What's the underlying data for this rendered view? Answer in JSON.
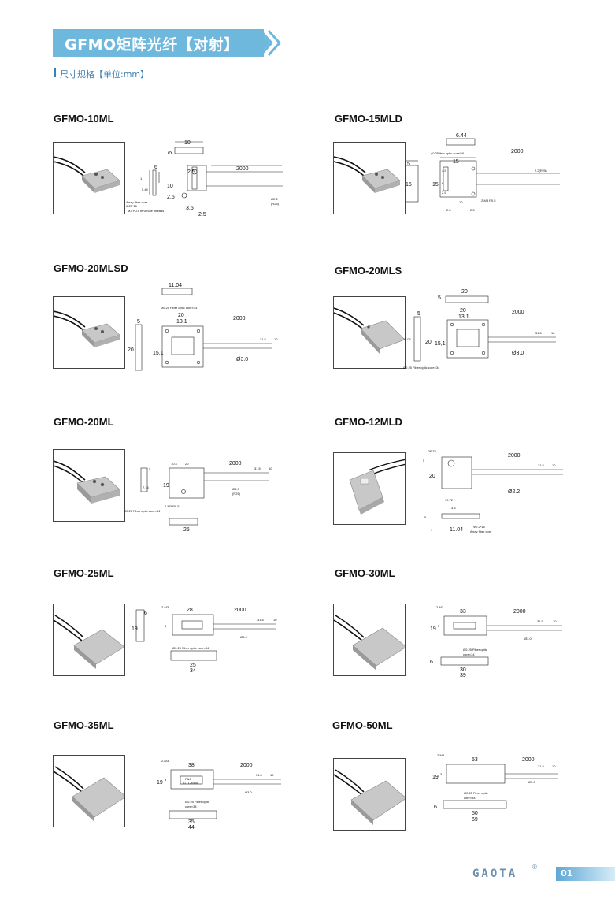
{
  "header": {
    "title": "GFMO矩阵光纤【对射】",
    "subtitle": "尺寸规格【单位:mm】"
  },
  "models": [
    {
      "name": "GFMO-10ML"
    },
    {
      "name": "GFMO-15MLD"
    },
    {
      "name": "GFMO-20MLSD"
    },
    {
      "name": "GFMO-20MLS"
    },
    {
      "name": "GFMO-20ML"
    },
    {
      "name": "GFMO-12MLD"
    },
    {
      "name": "GFMO-25ML"
    },
    {
      "name": "GFMO-30ML"
    },
    {
      "name": "GFMO-35ML"
    },
    {
      "name": "GFMO-50ML"
    }
  ],
  "dims": {
    "m10": {
      "a": "10",
      "b": "5",
      "c": "2000",
      "d": "2.5",
      "e": "10",
      "f": "3.5",
      "g": "2.5",
      "h": "Ø2.2",
      "i": "(R25)",
      "j": "5.44",
      "k": "1",
      "l": "Array fiber core",
      "m": "0.25*16",
      "n": "M3 P0.5 thru-hole threads",
      "o": "6",
      "p": "2.5"
    },
    "m15": {
      "a": "6.44",
      "b": "ϕ0.25fiber optic core*16",
      "c": "2000",
      "d": "15",
      "e": "15",
      "f": "4.5",
      "g": "6",
      "h": "2.5",
      "i": "10",
      "j": "2.5",
      "k": "2.5",
      "l": "2-M3 P0.5",
      "m": "2.2(R25)",
      "n": "5",
      "o": "15"
    },
    "m20sd": {
      "a": "11.04",
      "b": "Ø0.25 Fiber optic core×34",
      "c": "20",
      "d": "13,1",
      "e": "2000",
      "f": "5",
      "g": "20",
      "h": "15,1",
      "i": "31.5",
      "j": "10",
      "k": "Ø3.0"
    },
    "m20s": {
      "a": "20",
      "b": "5",
      "c": "20",
      "d": "13,1",
      "e": "2000",
      "f": "5",
      "g": "11.04",
      "h": "20",
      "i": "15,1",
      "j": "31.5",
      "k": "10",
      "l": "Ø3.0",
      "m": "Ø0.25 Fiber optic core×34"
    },
    "m20": {
      "a": "4",
      "b": "10.4",
      "c": "20",
      "d": "2000",
      "e": "7.16",
      "f": "19",
      "g": "31.5",
      "h": "10",
      "i": "Ø3.0",
      "j": "(R25)",
      "k": "2-M3 P0.5",
      "l": "25",
      "m": "Ø0.25 Fiber optic core×34"
    },
    "m12": {
      "a": "R2.75",
      "b": "5",
      "c": "2000",
      "d": "20",
      "e": "31.5",
      "f": "10",
      "g": "19.72",
      "h": "Ø2.2",
      "i": "3.5",
      "j": "5",
      "k": "1",
      "l": "11.04",
      "m": "Φ2.2*16",
      "n": "Array fiber core"
    },
    "m25": {
      "a": "6",
      "b": "19",
      "c": "2-M3",
      "d": "28",
      "e": "2000",
      "f": "3",
      "g": "31.5",
      "h": "10",
      "i": "Ø3.0",
      "j": "Ø0.25 Fiber optic core×34",
      "k": "25",
      "l": "34"
    },
    "m30": {
      "a": "2-M3",
      "b": "33",
      "c": "2000",
      "d": "19",
      "e": "3",
      "f": "31.5",
      "g": "10",
      "h": "Ø3.0",
      "i": "Ø0.25 Fiber optic",
      "j": "core×34",
      "k": "6",
      "l": "30",
      "m": "39"
    },
    "m35": {
      "a": "2-M3",
      "b": "38",
      "c": "2000",
      "d": "19",
      "e": "3",
      "f": "31.5",
      "g": "10",
      "h": "Ø3.0",
      "i": "P&C",
      "j": "GT1-35ML",
      "k": "Ø0.25 Fiber optic",
      "l": "core×34",
      "m": "35",
      "n": "44"
    },
    "m50": {
      "a": "2-M3",
      "b": "53",
      "c": "2000",
      "d": "19",
      "e": "3",
      "f": "31.5",
      "g": "10",
      "h": "Ø3.0",
      "i": "Ø0.25 Fiber optic",
      "j": "core×34",
      "k": "6",
      "l": "50",
      "m": "59"
    }
  },
  "footer": {
    "brand": "GAOTA",
    "reg": "®",
    "page": "01"
  },
  "colors": {
    "banner": "#6fb8dd",
    "subtitle": "#3b7fb4",
    "footer": "#6a8fb0"
  }
}
